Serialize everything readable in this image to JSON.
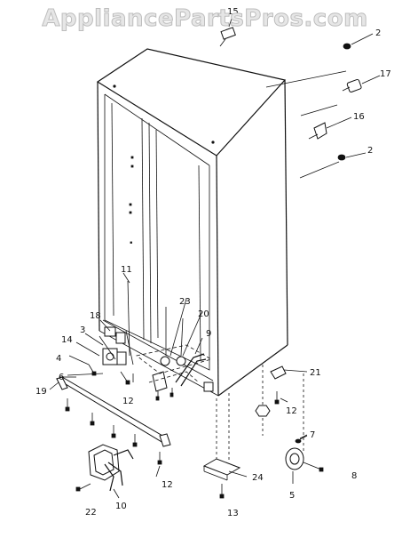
{
  "watermark": "AppliancePartsPros.com",
  "callouts": {
    "c15": "15",
    "c2a": "2",
    "c17": "17",
    "c16": "16",
    "c2b": "2",
    "c11": "11",
    "c23": "23",
    "c20": "20",
    "c9": "9",
    "c18": "18",
    "c3": "3",
    "c14": "14",
    "c4": "4",
    "c6": "6",
    "c19": "19",
    "c21": "21",
    "c12a": "12",
    "c12b": "12",
    "c7": "7",
    "c8": "8",
    "c5": "5",
    "c24": "24",
    "c13": "13",
    "c12c": "12",
    "c10": "10",
    "c22": "22"
  }
}
